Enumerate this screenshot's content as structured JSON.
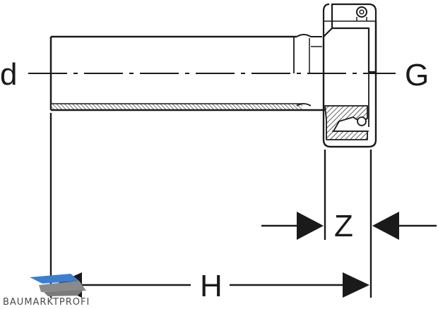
{
  "labels": {
    "diameter": "d",
    "thread": "G",
    "fitting_length": "Z",
    "overall_length": "H"
  },
  "watermark": {
    "text": "BAUMARKTPROFI"
  },
  "colors": {
    "line": "#1a1a1a",
    "background": "#ffffff",
    "watermark_text": "#4a4a4a",
    "watermark_blue": "#3b7fd1",
    "watermark_gray": "#8a8a8a"
  }
}
